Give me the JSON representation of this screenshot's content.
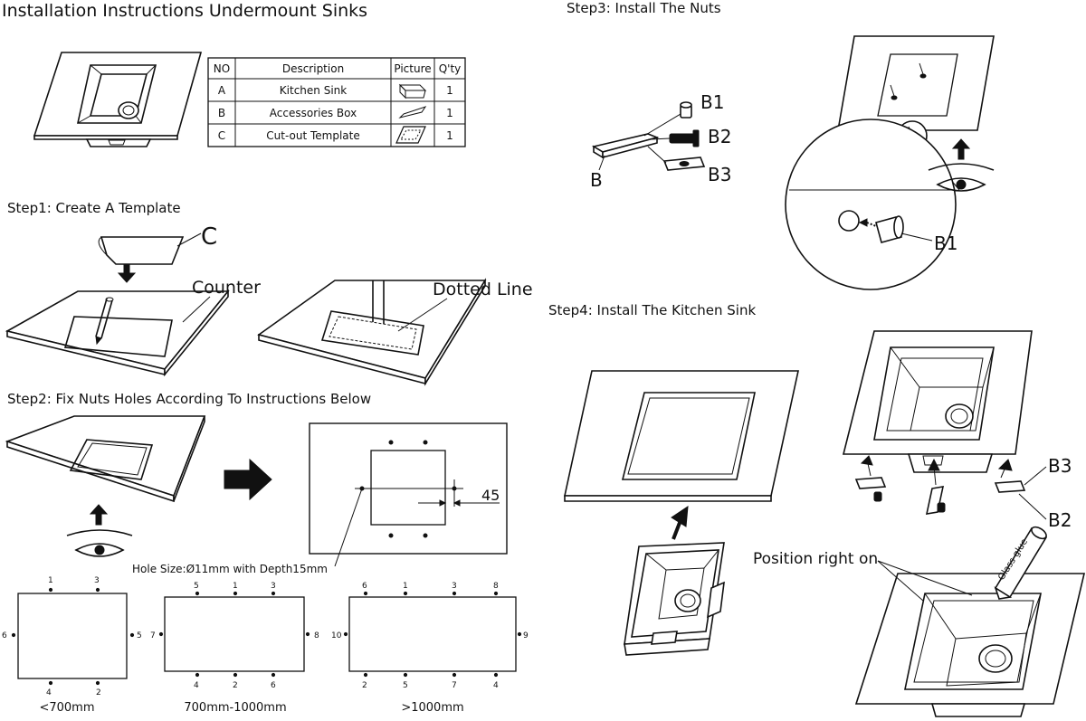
{
  "title": "Installation Instructions Undermount Sinks",
  "parts_table": {
    "headers": [
      "NO",
      "Description",
      "Picture",
      "Q'ty"
    ],
    "rows": [
      {
        "no": "A",
        "description": "Kitchen Sink",
        "qty": "1",
        "icon": "sink-box-icon"
      },
      {
        "no": "B",
        "description": "Accessories Box",
        "qty": "1",
        "icon": "accessory-plate-icon"
      },
      {
        "no": "C",
        "description": "Cut-out Template",
        "qty": "1",
        "icon": "template-sheet-icon"
      }
    ]
  },
  "step1": {
    "title": "Step1:  Create A Template",
    "label_c": "C",
    "label_counter": "Counter",
    "label_dotted": "Dotted Line"
  },
  "step2": {
    "title": "Step2:  Fix Nuts Holes According To Instructions Below",
    "dimension": "45",
    "hole_size": "Hole Size:Ø11mm with Depth15mm",
    "layouts": [
      {
        "caption": "<700mm",
        "top": [
          "1",
          "3"
        ],
        "bottom": [
          "4",
          "2"
        ],
        "left": "6",
        "right": "5"
      },
      {
        "caption": "700mm-1000mm",
        "top": [
          "5",
          "1",
          "3"
        ],
        "bottom": [
          "4",
          "2",
          "6"
        ],
        "left": "7",
        "right": "8"
      },
      {
        "caption": ">1000mm",
        "top": [
          "6",
          "1",
          "3",
          "8"
        ],
        "bottom": [
          "2",
          "5",
          "7",
          "4"
        ],
        "left": "10",
        "right": "9"
      }
    ]
  },
  "step3": {
    "title": "Step3:  Install The Nuts",
    "label_b": "B",
    "label_b1": "B1",
    "label_b2": "B2",
    "label_b3": "B3",
    "label_b1_detail": "B1"
  },
  "step4": {
    "title": "Step4:  Install The Kitchen Sink",
    "label_b3": "B3",
    "label_b2": "B2",
    "position_note": "Position right on",
    "glue_label": "Glass glue"
  }
}
